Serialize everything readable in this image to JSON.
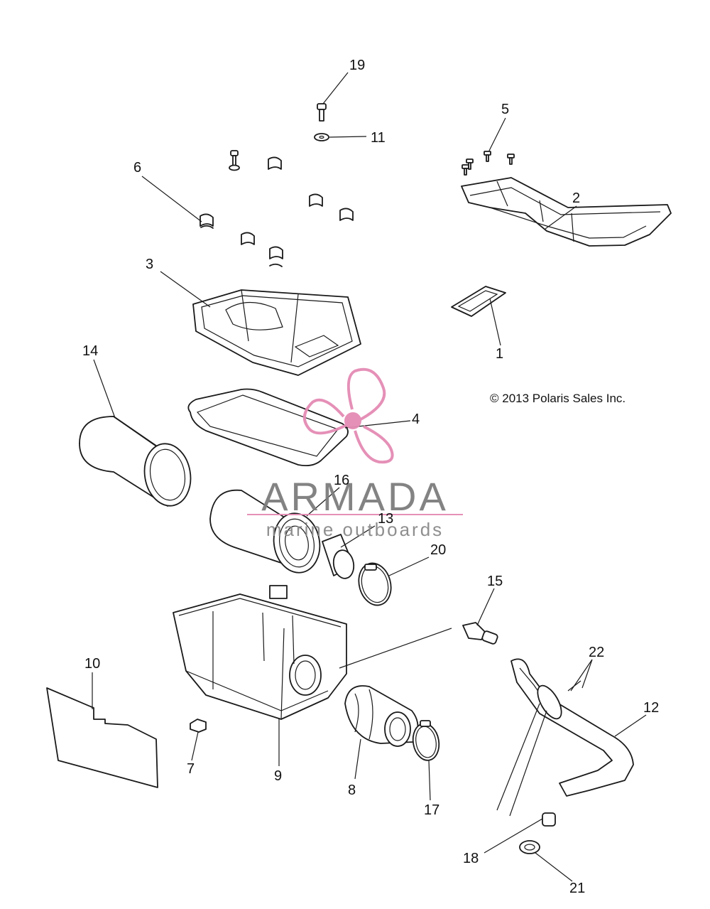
{
  "copyright": "© 2013 Polaris Sales Inc.",
  "watermark": {
    "brand": "ARMADA",
    "tagline": "marine outboards",
    "color": "#e48bb4",
    "text_color": "#7d7d7d"
  },
  "callouts": {
    "c1": "1",
    "c2": "2",
    "c3": "3",
    "c4": "4",
    "c5": "5",
    "c6": "6",
    "c7": "7",
    "c8": "8",
    "c9": "9",
    "c10": "10",
    "c11": "11",
    "c12": "12",
    "c13": "13",
    "c14": "14",
    "c15": "15",
    "c16": "16",
    "c17": "17",
    "c18": "18",
    "c19": "19",
    "c20": "20",
    "c21": "21",
    "c22": "22"
  }
}
